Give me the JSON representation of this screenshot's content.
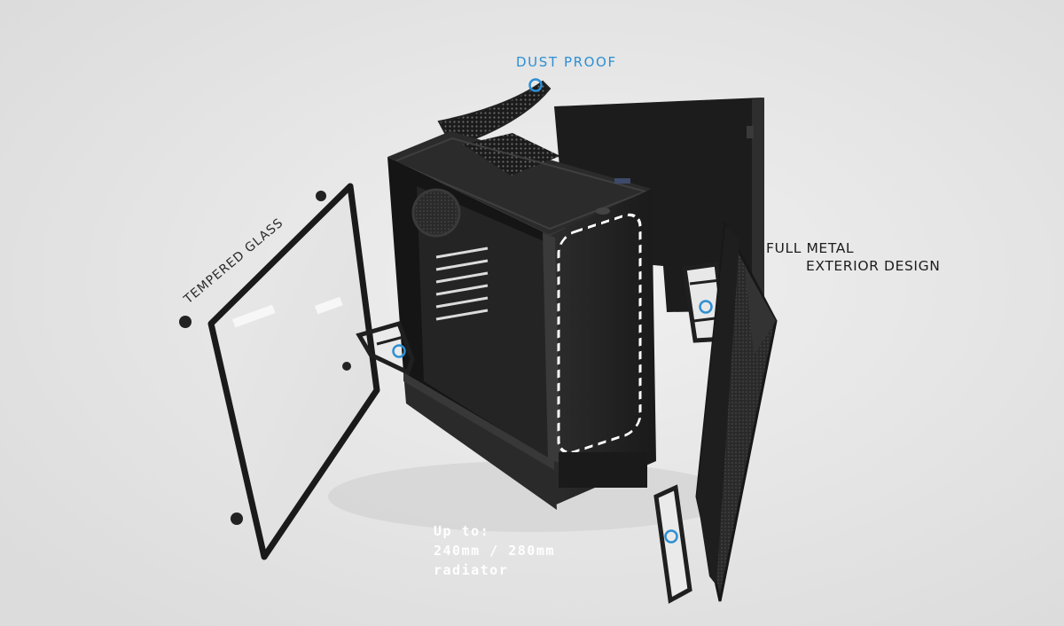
{
  "callouts": {
    "dust_proof": "DUST PROOF",
    "tempered_glass": "TEMPERED GLASS",
    "full_metal_line1": "FULL METAL",
    "full_metal_line2": "EXTERIOR DESIGN",
    "radiator_line1": "Up to:",
    "radiator_line2": "240mm / 280mm",
    "radiator_line3": "radiator"
  },
  "colors": {
    "background": "#e4e4e4",
    "accent": "#2e8fd3",
    "case_dark": "#1f1f1f",
    "panel_edge": "#2a2a2a"
  },
  "icons": [
    "marker-ring-icon"
  ]
}
